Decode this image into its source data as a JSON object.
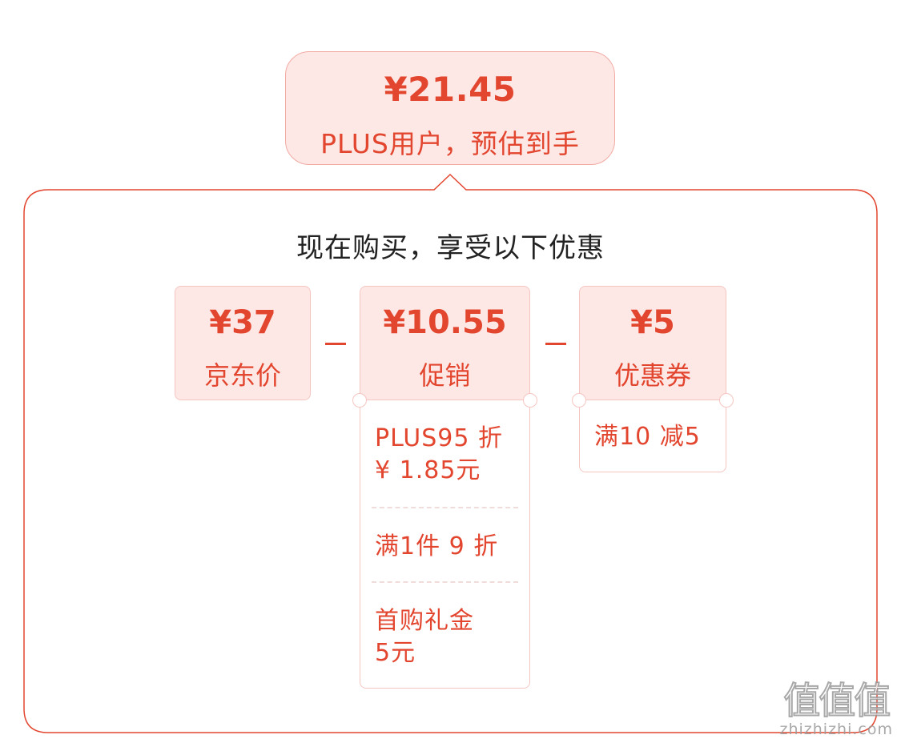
{
  "estimate": {
    "price": "¥21.45",
    "label": "PLUS用户，预估到手"
  },
  "panel": {
    "title": "现在购买，享受以下优惠"
  },
  "cards": [
    {
      "amount": "¥37",
      "label": "京东价",
      "items": []
    },
    {
      "amount": "¥10.55",
      "label": "促销",
      "items": [
        {
          "line1": "PLUS95 折",
          "line2": "¥ 1.85元"
        },
        {
          "line1": "满1件 9 折"
        },
        {
          "line1": "首购礼金",
          "line2": "5元"
        }
      ]
    },
    {
      "amount": "¥5",
      "label": "优惠券",
      "items": [
        {
          "line1": "满10 减5"
        }
      ]
    }
  ],
  "operators": [
    "−",
    "−"
  ],
  "watermark": {
    "logo": "值值值",
    "url": "zhizhizhi.com"
  },
  "colors": {
    "accent": "#e3462f",
    "card_fill": "#fde8e6",
    "border": "#f5c6c1",
    "panel_border": "#e3462f"
  }
}
